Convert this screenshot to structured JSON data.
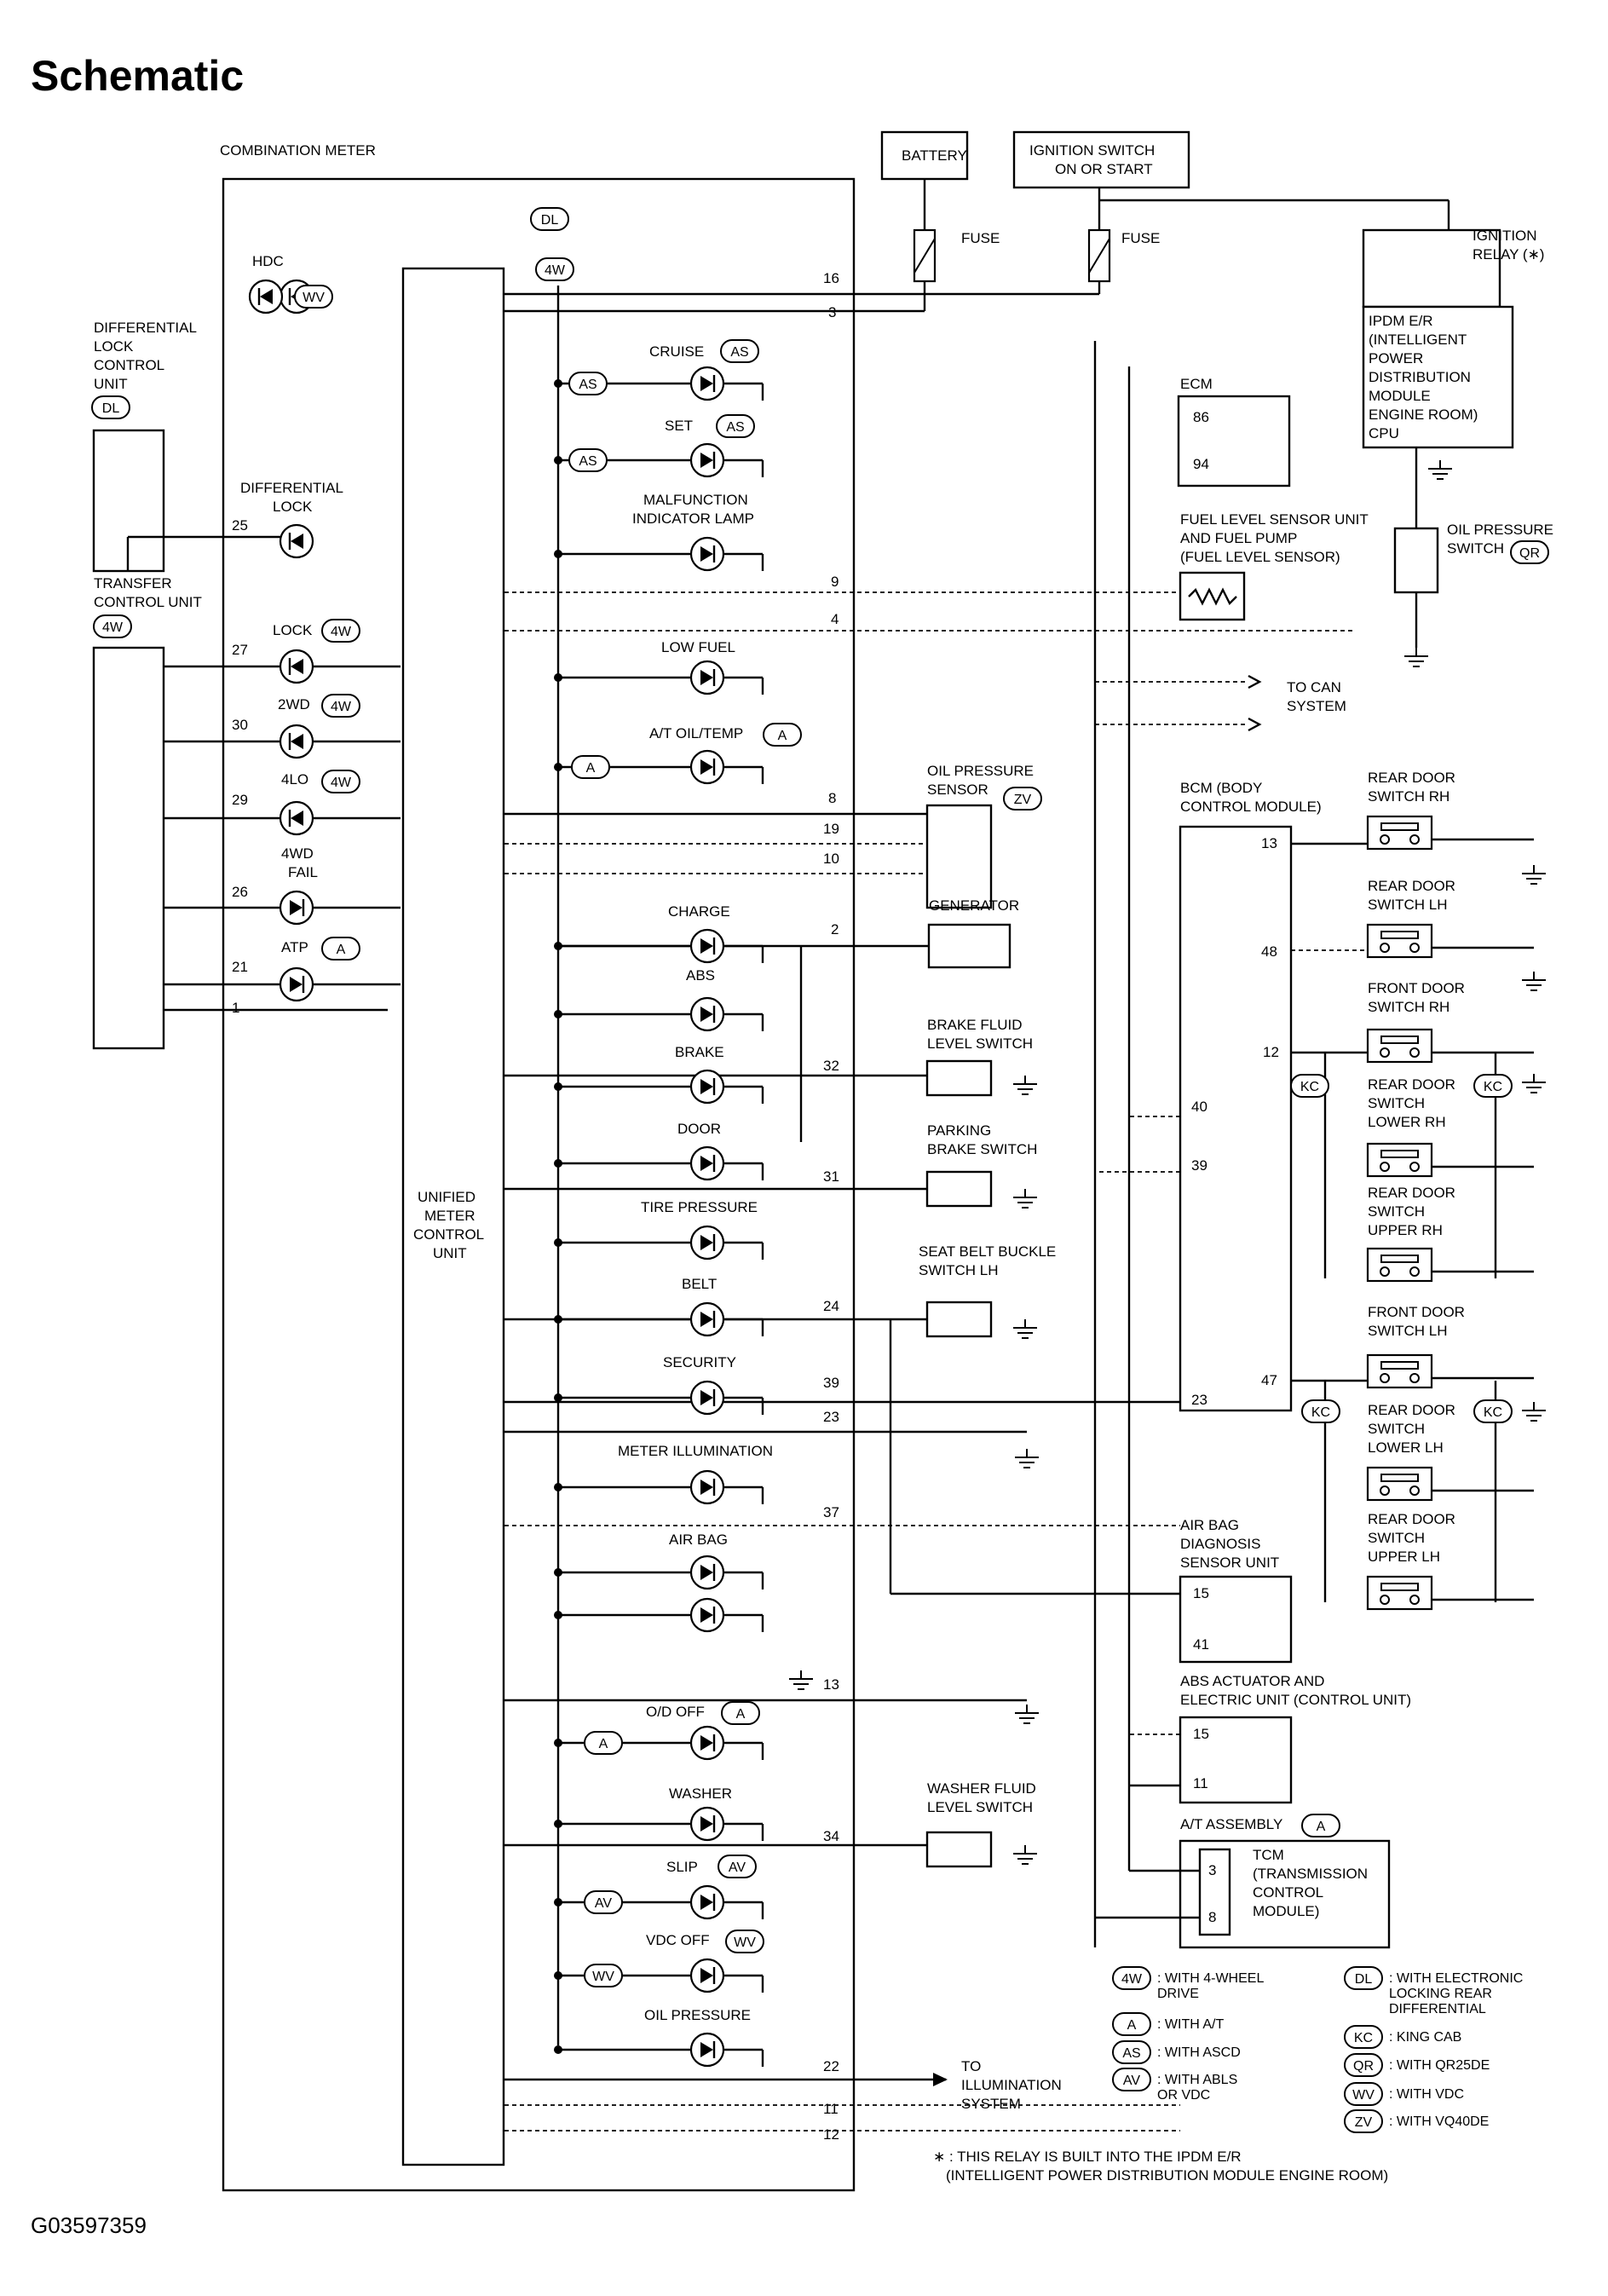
{
  "page_title": "Schematic",
  "figure_id": "G03597359",
  "combination_meter": {
    "title": "COMBINATION METER",
    "control_unit": [
      "UNIFIED",
      "METER",
      "CONTROL",
      "UNIT"
    ]
  },
  "top_blocks": {
    "battery": "BATTERY",
    "ignition_switch": [
      "IGNITION SWITCH",
      "ON OR START"
    ],
    "fuse_1": "FUSE",
    "fuse_2": "FUSE",
    "ignition_relay": [
      "IGNITION",
      "RELAY (∗)"
    ],
    "ipdm": [
      "IPDM E/R",
      "(INTELLIGENT",
      "POWER",
      "DISTRIBUTION",
      "MODULE",
      "ENGINE ROOM)",
      "CPU"
    ],
    "oil_pressure_switch": [
      "OIL PRESSURE",
      "SWITCH"
    ],
    "oil_pressure_switch_badge": "QR"
  },
  "left_units": {
    "diff_lock_unit": [
      "DIFFERENTIAL",
      "LOCK",
      "CONTROL",
      "UNIT"
    ],
    "diff_lock_badge": "DL",
    "transfer_unit": [
      "TRANSFER",
      "CONTROL UNIT"
    ],
    "transfer_badge": "4W"
  },
  "indicators": [
    {
      "label": "HDC",
      "badge": "WV"
    },
    {
      "label": "CRUISE",
      "badge": "AS"
    },
    {
      "label": "SET",
      "badge": "AS"
    },
    {
      "label": "MALFUNCTION",
      "label2": "INDICATOR LAMP"
    },
    {
      "label": "DIFFERENTIAL",
      "label2": "LOCK"
    },
    {
      "label": "LOW FUEL"
    },
    {
      "label": "LOCK",
      "badge": "4W"
    },
    {
      "label": "2WD",
      "badge": "4W"
    },
    {
      "label": "A/T OIL/TEMP",
      "badge": "A"
    },
    {
      "label": "4LO",
      "badge": "4W"
    },
    {
      "label": "4WD",
      "label2": "FAIL"
    },
    {
      "label": "CHARGE"
    },
    {
      "label": "ATP",
      "badge": "A"
    },
    {
      "label": "ABS"
    },
    {
      "label": "BRAKE"
    },
    {
      "label": "DOOR"
    },
    {
      "label": "TIRE PRESSURE"
    },
    {
      "label": "BELT"
    },
    {
      "label": "SECURITY"
    },
    {
      "label": "METER ILLUMINATION"
    },
    {
      "label": "AIR BAG"
    },
    {
      "label": "O/D OFF",
      "badge": "A"
    },
    {
      "label": "WASHER"
    },
    {
      "label": "SLIP",
      "badge": "AV"
    },
    {
      "label": "VDC OFF",
      "badge": "WV"
    },
    {
      "label": "OIL PRESSURE"
    }
  ],
  "side_badges": [
    "DL",
    "4W",
    "AS",
    "AS",
    "A",
    "A",
    "AV",
    "WV"
  ],
  "pins_left": [
    "25",
    "27",
    "30",
    "29",
    "26",
    "21",
    "1"
  ],
  "pins_right": [
    "16",
    "3",
    "9",
    "4",
    "8",
    "19",
    "10",
    "2",
    "32",
    "31",
    "24",
    "39",
    "23",
    "37",
    "13",
    "34",
    "22",
    "11",
    "12"
  ],
  "right_components": {
    "ecm": "ECM",
    "ecm_pins": [
      "86",
      "94"
    ],
    "fuel_level": [
      "FUEL LEVEL SENSOR UNIT",
      "AND FUEL PUMP",
      "(FUEL LEVEL SENSOR)"
    ],
    "to_can": [
      "TO CAN",
      "SYSTEM"
    ],
    "oil_sensor": [
      "OIL PRESSURE",
      "SENSOR"
    ],
    "oil_sensor_badge": "ZV",
    "generator": "GENERATOR",
    "brake_fluid": [
      "BRAKE FLUID",
      "LEVEL SWITCH"
    ],
    "parking_brake": [
      "PARKING",
      "BRAKE SWITCH"
    ],
    "seat_belt": [
      "SEAT BELT BUCKLE",
      "SWITCH LH"
    ],
    "bcm": [
      "BCM (BODY",
      "CONTROL MODULE)"
    ],
    "bcm_pins": [
      "13",
      "48",
      "12",
      "40",
      "39",
      "47",
      "23"
    ],
    "air_bag_unit": [
      "AIR BAG",
      "DIAGNOSIS",
      "SENSOR UNIT"
    ],
    "air_bag_pins": [
      "15",
      "41"
    ],
    "abs_unit": [
      "ABS ACTUATOR AND",
      "ELECTRIC UNIT (CONTROL UNIT)"
    ],
    "abs_pins": [
      "15",
      "11"
    ],
    "at_assembly": "A/T ASSEMBLY",
    "at_badge": "A",
    "tcm": [
      "TCM",
      "(TRANSMISSION",
      "CONTROL",
      "MODULE)"
    ],
    "tcm_pins": [
      "3",
      "8"
    ],
    "washer_fluid": [
      "WASHER FLUID",
      "LEVEL SWITCH"
    ],
    "to_illumination": [
      "TO",
      "ILLUMINATION",
      "SYSTEM"
    ]
  },
  "door_switches": [
    {
      "label": [
        "REAR DOOR",
        "SWITCH RH"
      ]
    },
    {
      "label": [
        "REAR DOOR",
        "SWITCH LH"
      ]
    },
    {
      "label": [
        "FRONT DOOR",
        "SWITCH RH"
      ]
    },
    {
      "label": [
        "REAR DOOR",
        "SWITCH",
        "LOWER RH"
      ]
    },
    {
      "label": [
        "REAR DOOR",
        "SWITCH",
        "UPPER RH"
      ]
    },
    {
      "label": [
        "FRONT DOOR",
        "SWITCH LH"
      ]
    },
    {
      "label": [
        "REAR DOOR",
        "SWITCH",
        "LOWER LH"
      ]
    },
    {
      "label": [
        "REAR DOOR",
        "SWITCH",
        "UPPER LH"
      ]
    }
  ],
  "kc_badges": [
    "KC",
    "KC",
    "KC",
    "KC"
  ],
  "legend": [
    {
      "code": "4W",
      "text": [
        ": WITH 4-WHEEL",
        "DRIVE"
      ]
    },
    {
      "code": "A",
      "text": [
        ": WITH A/T"
      ]
    },
    {
      "code": "AS",
      "text": [
        ": WITH ASCD"
      ]
    },
    {
      "code": "AV",
      "text": [
        ": WITH ABLS",
        "OR VDC"
      ]
    },
    {
      "code": "DL",
      "text": [
        ": WITH ELECTRONIC",
        "LOCKING REAR",
        "DIFFERENTIAL"
      ]
    },
    {
      "code": "KC",
      "text": [
        ": KING CAB"
      ]
    },
    {
      "code": "QR",
      "text": [
        ": WITH QR25DE"
      ]
    },
    {
      "code": "WV",
      "text": [
        ": WITH VDC"
      ]
    },
    {
      "code": "ZV",
      "text": [
        ": WITH VQ40DE"
      ]
    }
  ],
  "footnote": [
    "∗ : THIS RELAY IS BUILT INTO THE IPDM E/R",
    "(INTELLIGENT POWER DISTRIBUTION MODULE ENGINE ROOM)"
  ]
}
